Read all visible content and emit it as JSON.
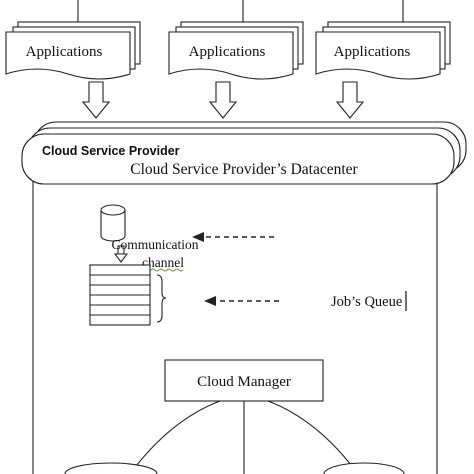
{
  "diagram": {
    "applications": [
      {
        "label": "Applications"
      },
      {
        "label": "Applications"
      },
      {
        "label": "Applications"
      }
    ],
    "provider": {
      "outer_label": "Cloud Service Provider",
      "datacenter_label": "Cloud Service Provider’s Datacenter"
    },
    "communication_channel": {
      "line1": "Communication",
      "line2": "channel"
    },
    "jobs_queue": {
      "label": "Job’s Queue"
    },
    "cloud_manager": {
      "label": "Cloud Manager"
    }
  }
}
